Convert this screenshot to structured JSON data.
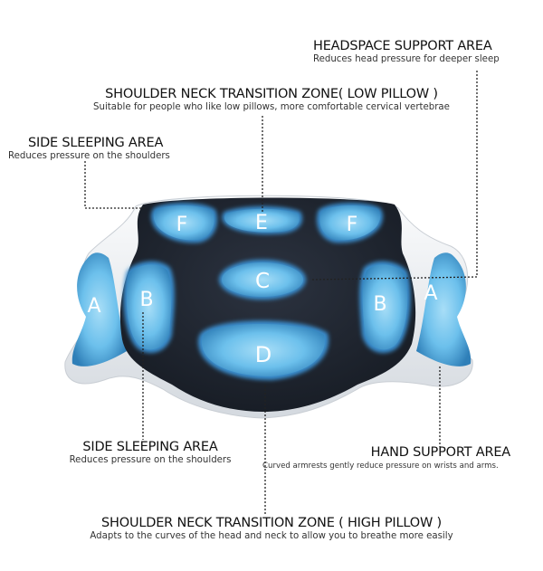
{
  "callouts": {
    "headspace": {
      "title": "HEADSPACE SUPPORT AREA",
      "desc": "Reduces head pressure for deeper sleep"
    },
    "neck_low": {
      "title": "SHOULDER NECK TRANSITION ZONE( LOW PILLOW )",
      "desc": "Suitable for people who like low pillows, more comfortable cervical vertebrae"
    },
    "side_top": {
      "title": "SIDE SLEEPING AREA",
      "desc": "Reduces pressure on the shoulders"
    },
    "side_bottom": {
      "title": "SIDE SLEEPING AREA",
      "desc": "Reduces pressure on the shoulders"
    },
    "hand": {
      "title": "HAND SUPPORT AREA",
      "desc": "Curved armrests gently reduce pressure on wrists and arms."
    },
    "neck_high": {
      "title": "SHOULDER NECK TRANSITION ZONE ( HIGH PILLOW )",
      "desc": "Adapts to the curves of the head and neck to allow you to breathe more easily"
    }
  },
  "zones": {
    "f_left": "F",
    "e": "E",
    "f_right": "F",
    "c": "C",
    "b_left": "B",
    "b_right": "B",
    "a_left": "A",
    "a_right": "A",
    "d": "D"
  },
  "colors": {
    "pillow_dark": "#1e2430",
    "gel_blue": "#6fc3ee",
    "gel_core": "#9fd8f5",
    "foam": "#eef1f4"
  }
}
